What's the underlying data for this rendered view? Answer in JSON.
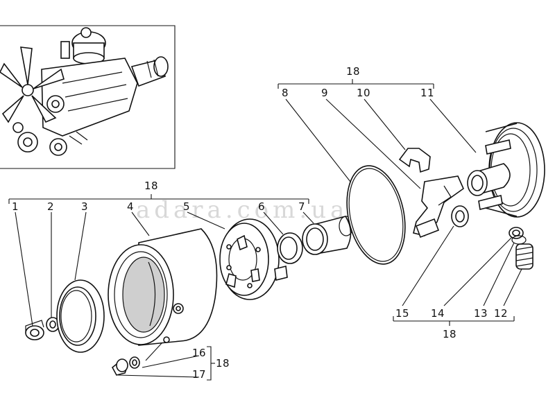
{
  "watermark": "adara.com.ua",
  "callouts": {
    "n1": "1",
    "n2": "2",
    "n3": "3",
    "n4": "4",
    "n5": "5",
    "n6": "6",
    "n7": "7",
    "n8": "8",
    "n9": "9",
    "n10": "10",
    "n11": "11",
    "n12": "12",
    "n13": "13",
    "n14": "14",
    "n15": "15",
    "n16": "16",
    "n17": "17"
  },
  "groups": {
    "top_right": "18",
    "left_row": "18",
    "bottom_right": "18",
    "bottom_left": "18"
  },
  "colors": {
    "line": "#111111",
    "watermark": "#d8d8d8",
    "background": "#ffffff"
  }
}
